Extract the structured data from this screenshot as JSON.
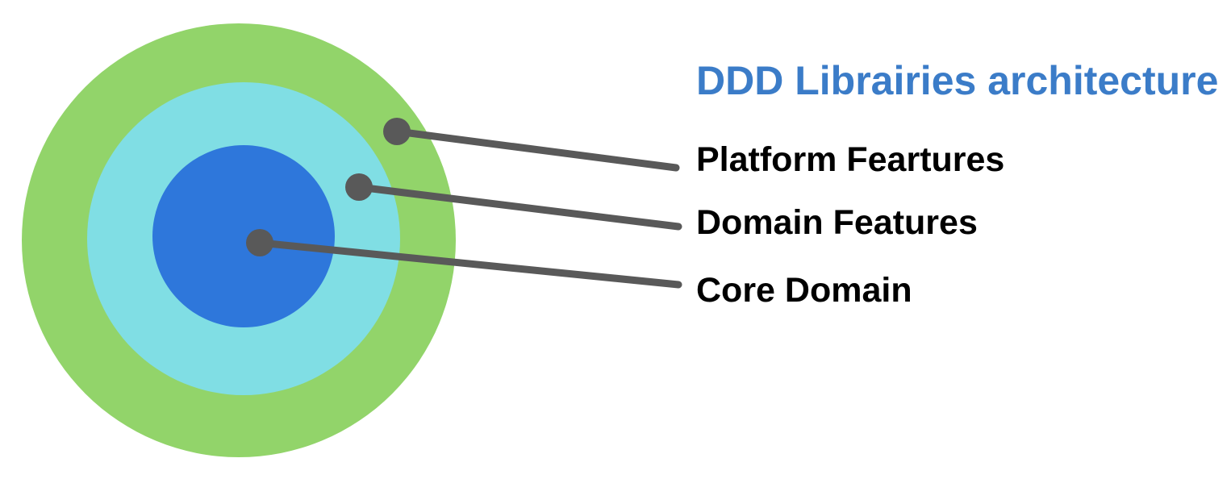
{
  "title": {
    "text": "DDD Librairies architecture",
    "color": "#3B7CC8"
  },
  "diagram": {
    "type": "concentric-circles",
    "background": "#FFFFFF",
    "connector_color": "#595959",
    "label_color": "#000000",
    "rings": [
      {
        "level": "outer",
        "label": "Platform Feartures",
        "color": "#92D46A"
      },
      {
        "level": "middle",
        "label": "Domain Features",
        "color": "#80DEE4"
      },
      {
        "level": "inner",
        "label": "Core Domain",
        "color": "#2E77DB"
      }
    ]
  }
}
